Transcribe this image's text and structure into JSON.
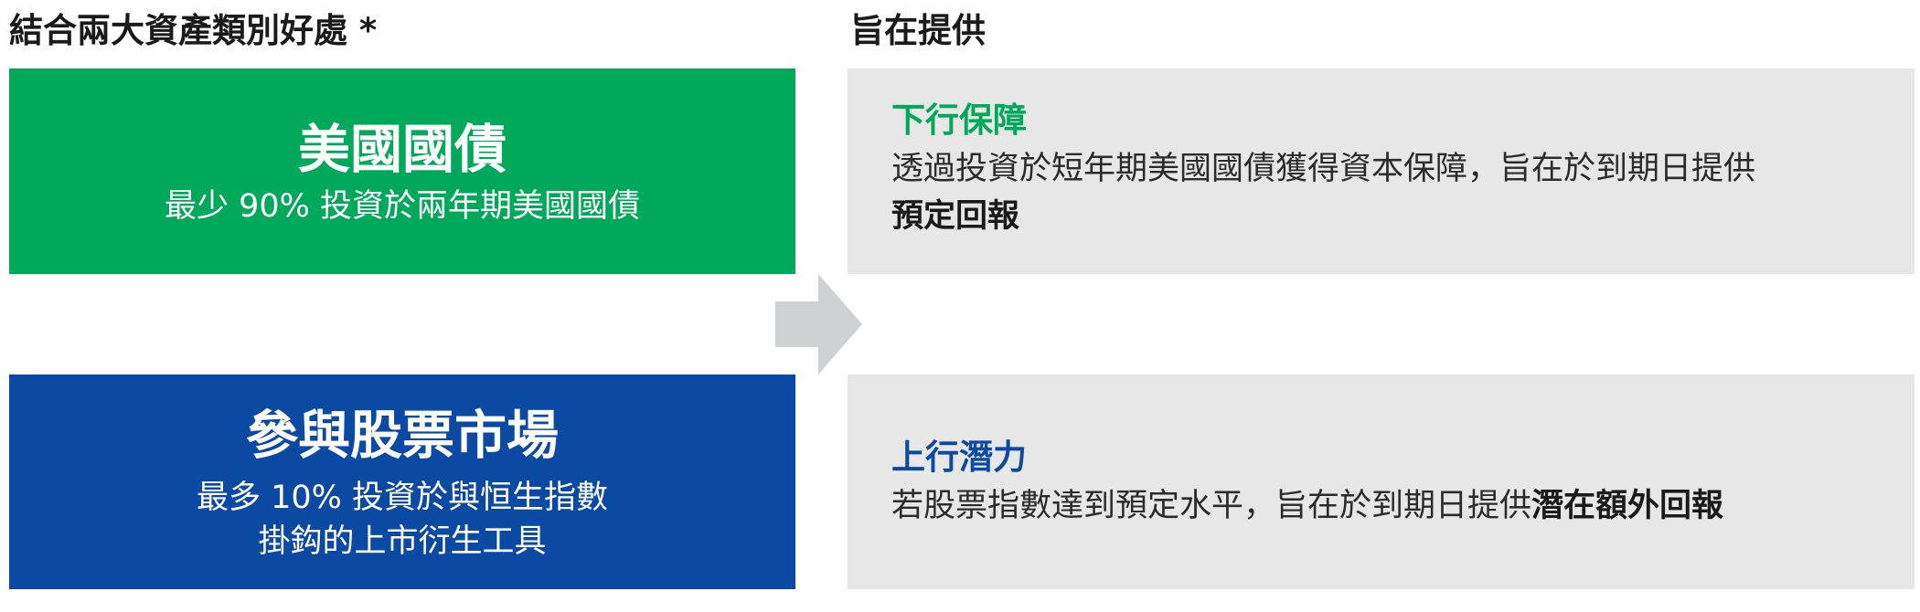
{
  "headings": {
    "left": "結合兩大資產類別好處 *",
    "right": "旨在提供"
  },
  "left_boxes": {
    "treasury": {
      "title": "美國國債",
      "desc": "最少 90% 投資於兩年期美國國債",
      "color": "#00a85a"
    },
    "equity": {
      "title": "參與股票市場",
      "desc_line1": "最多 10% 投資於與恒生指數",
      "desc_line2": "掛鈎的上市衍生工具",
      "color": "#0b4aa2"
    }
  },
  "right_panels": {
    "downside": {
      "title": "下行保障",
      "title_color": "#00a85a",
      "body": "透過投資於短年期美國國債獲得資本保障，旨在於到期日提供",
      "body_bold": "預定回報"
    },
    "upside": {
      "title": "上行潛力",
      "title_color": "#0b4aa2",
      "body": "若股票指數達到預定水平，旨在於到期日提供",
      "body_bold": "潛在額外回報"
    },
    "background_color": "#e7e7e7"
  },
  "arrow": {
    "icon": "arrow-right-icon",
    "color": "#d0d1d3"
  }
}
